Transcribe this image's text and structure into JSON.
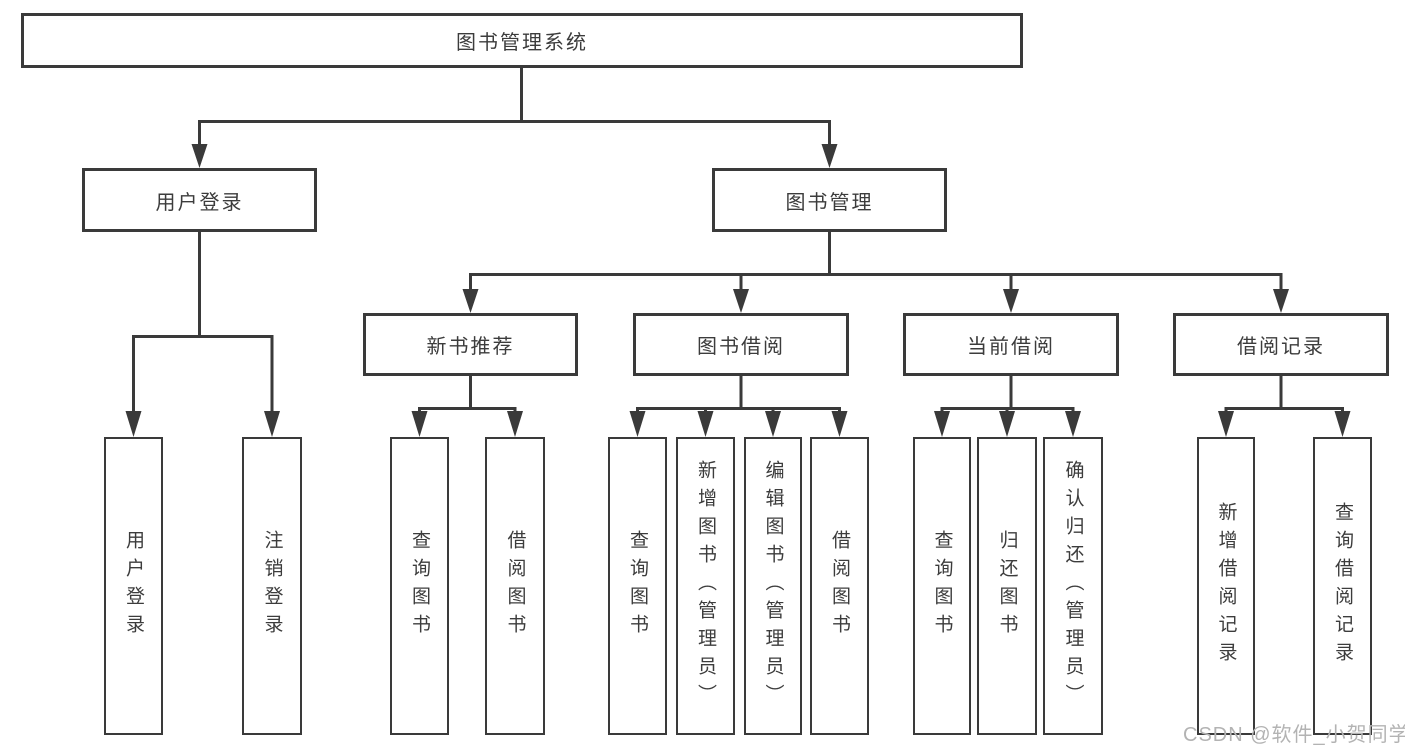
{
  "diagram": {
    "root": {
      "label": "图书管理系统"
    },
    "level2": [
      {
        "label": "用户登录",
        "children": [
          {
            "label": "用户登录"
          },
          {
            "label": "注销登录"
          }
        ]
      },
      {
        "label": "图书管理"
      }
    ],
    "level3": [
      {
        "label": "新书推荐",
        "children": [
          {
            "label": "查询图书"
          },
          {
            "label": "借阅图书"
          }
        ]
      },
      {
        "label": "图书借阅",
        "children": [
          {
            "label": "查询图书"
          },
          {
            "label": "新增图书（管理员）"
          },
          {
            "label": "编辑图书（管理员）"
          },
          {
            "label": "借阅图书"
          }
        ]
      },
      {
        "label": "当前借阅",
        "children": [
          {
            "label": "查询图书"
          },
          {
            "label": "归还图书"
          },
          {
            "label": "确认归还（管理员）"
          }
        ]
      },
      {
        "label": "借阅记录",
        "children": [
          {
            "label": "新增借阅记录"
          },
          {
            "label": "查询借阅记录"
          }
        ]
      }
    ],
    "watermark": "CSDN @软件_小贺同学",
    "colors": {
      "line": "#3a3a3a",
      "text": "#3c3c3c",
      "watermark": "#b3b3b3",
      "background": "#ffffff"
    }
  }
}
